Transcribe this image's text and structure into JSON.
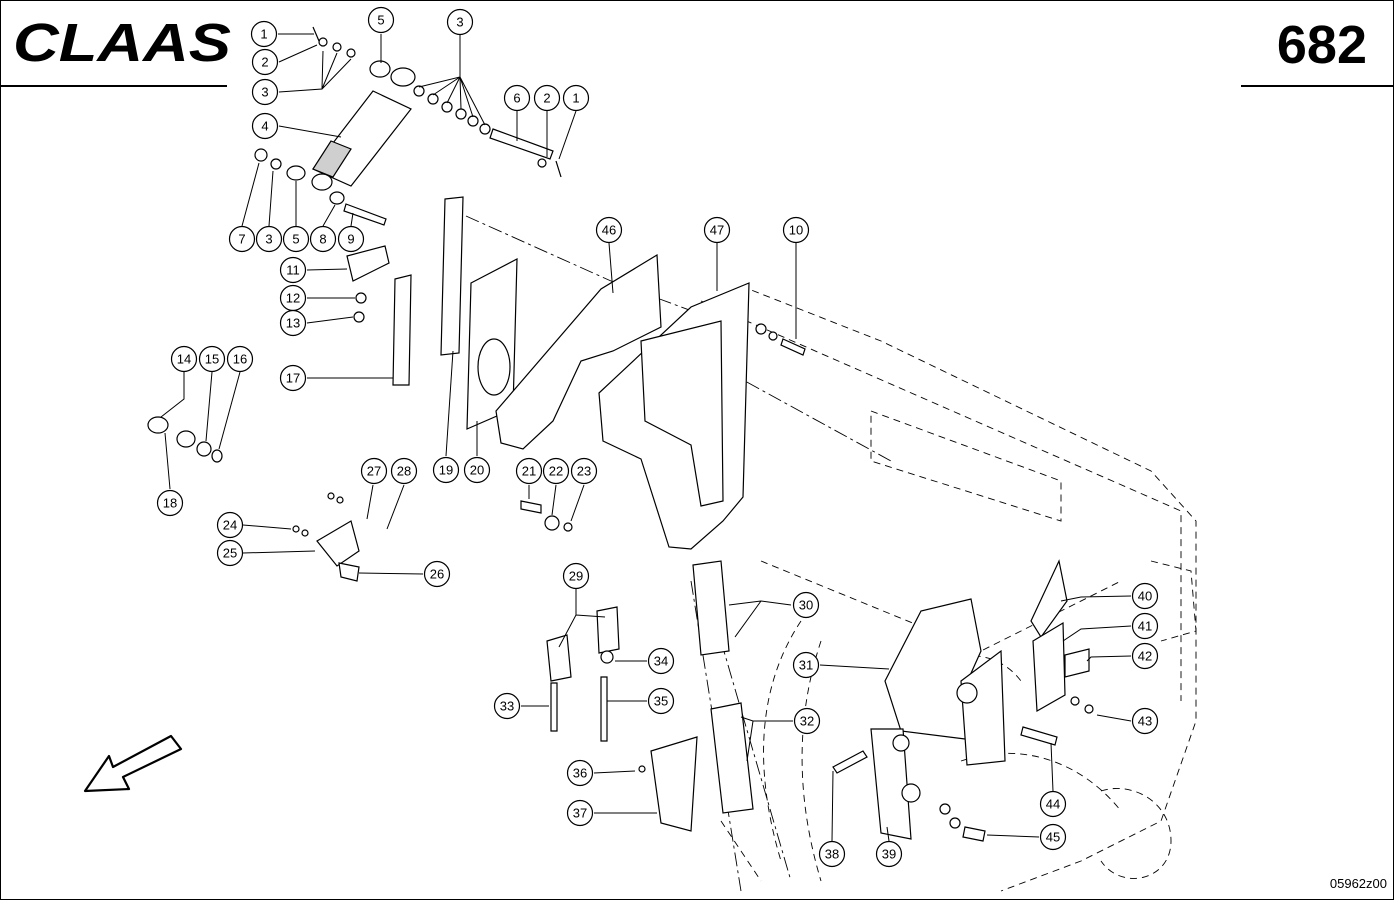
{
  "header": {
    "brand_logo": "CLAAS",
    "sheet_number": "682"
  },
  "footer": {
    "drawing_code": "05962z00"
  },
  "icons": {
    "direction_arrow": "arrow-down-left-icon"
  },
  "callouts": [
    "1",
    "2",
    "3",
    "5",
    "3",
    "4",
    "6",
    "2",
    "1",
    "7",
    "3",
    "5",
    "8",
    "9",
    "46",
    "47",
    "10",
    "11",
    "12",
    "13",
    "17",
    "14",
    "15",
    "16",
    "18",
    "19",
    "20",
    "21",
    "22",
    "23",
    "27",
    "28",
    "24",
    "25",
    "26",
    "29",
    "30",
    "34",
    "33",
    "35",
    "31",
    "32",
    "40",
    "41",
    "42",
    "43",
    "36",
    "37",
    "38",
    "39",
    "44",
    "45"
  ]
}
